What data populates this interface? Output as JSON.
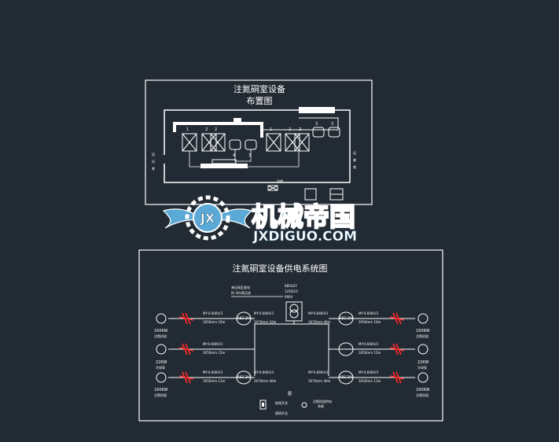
{
  "layout": {
    "title_line1": "注氮硐室设备",
    "title_line2": "布置图",
    "left_label": [
      "回",
      "风",
      "巷"
    ],
    "right_label": [
      "运",
      "输",
      "巷"
    ],
    "bottom_label": "说明",
    "numbers": [
      "1",
      "2",
      "2",
      "4",
      "3",
      "1",
      "2",
      "2",
      "3",
      "3"
    ]
  },
  "watermark": {
    "cn_text": "机械帝国",
    "en_text": "JXDIGUO.COM",
    "logo_text": "JX"
  },
  "power": {
    "title": "注氮硐室设备供电系统图",
    "source_line1": "来自采区变电",
    "source_line2": "所 3kV高压线",
    "transformer_line1": "KBSG2Y",
    "transformer_line2": "1250/10",
    "transformer_line3": "690V",
    "cables": {
      "l1": "MY-0.66KV/3",
      "l1b": "3X50mm 10m",
      "l2": "MY-0.66KV/3",
      "l2b": "3X70mm 10m",
      "r1": "MY-0.66KV/3",
      "r1b": "3X70mm 40m",
      "r2": "MY-0.66KV/3",
      "r2b": "3X50mm 10m",
      "l3": "MY-0.66KV/3",
      "l3b": "3X50mm 15m",
      "r3": "MY-0.66KV/3",
      "r3b": "3X50mm 15m",
      "l4": "MY-0.66KV/3",
      "l4b": "3X50mm 11m",
      "l5": "MY-0.66KV/3",
      "l5b": "3X70mm 40m",
      "r4": "MY-0.66KV/3",
      "r4b": "3X70mm 40m",
      "r5": "MY-0.66KV/3",
      "r5b": "3X50mm 11m"
    },
    "switch_label": "KBZ-200",
    "motors": {
      "left_top_kw": "160KW",
      "left_top_name": "注氮机组",
      "left_mid_kw": "22KW",
      "left_mid_name": "冷却泵",
      "left_bot_kw": "160KW",
      "left_bot_name": "注氮机组",
      "right_top_kw": "160KW",
      "right_top_name": "注氮机组",
      "right_mid_kw": "22KW",
      "right_mid_name": "冷却泵",
      "right_bot_kw": "160KW",
      "right_bot_name": "注氮机组"
    },
    "legend_mark": "图",
    "legend_left": "综保开关",
    "legend_left2": "照明开关",
    "legend_right": "注氮机组供电",
    "legend_right2": "系统"
  },
  "colors": {
    "background": "#222a33",
    "line": "#ffffff",
    "fault": "#ff2a2a",
    "watermark_fill": "#5aa9d6",
    "watermark_stroke": "#ffffff"
  }
}
